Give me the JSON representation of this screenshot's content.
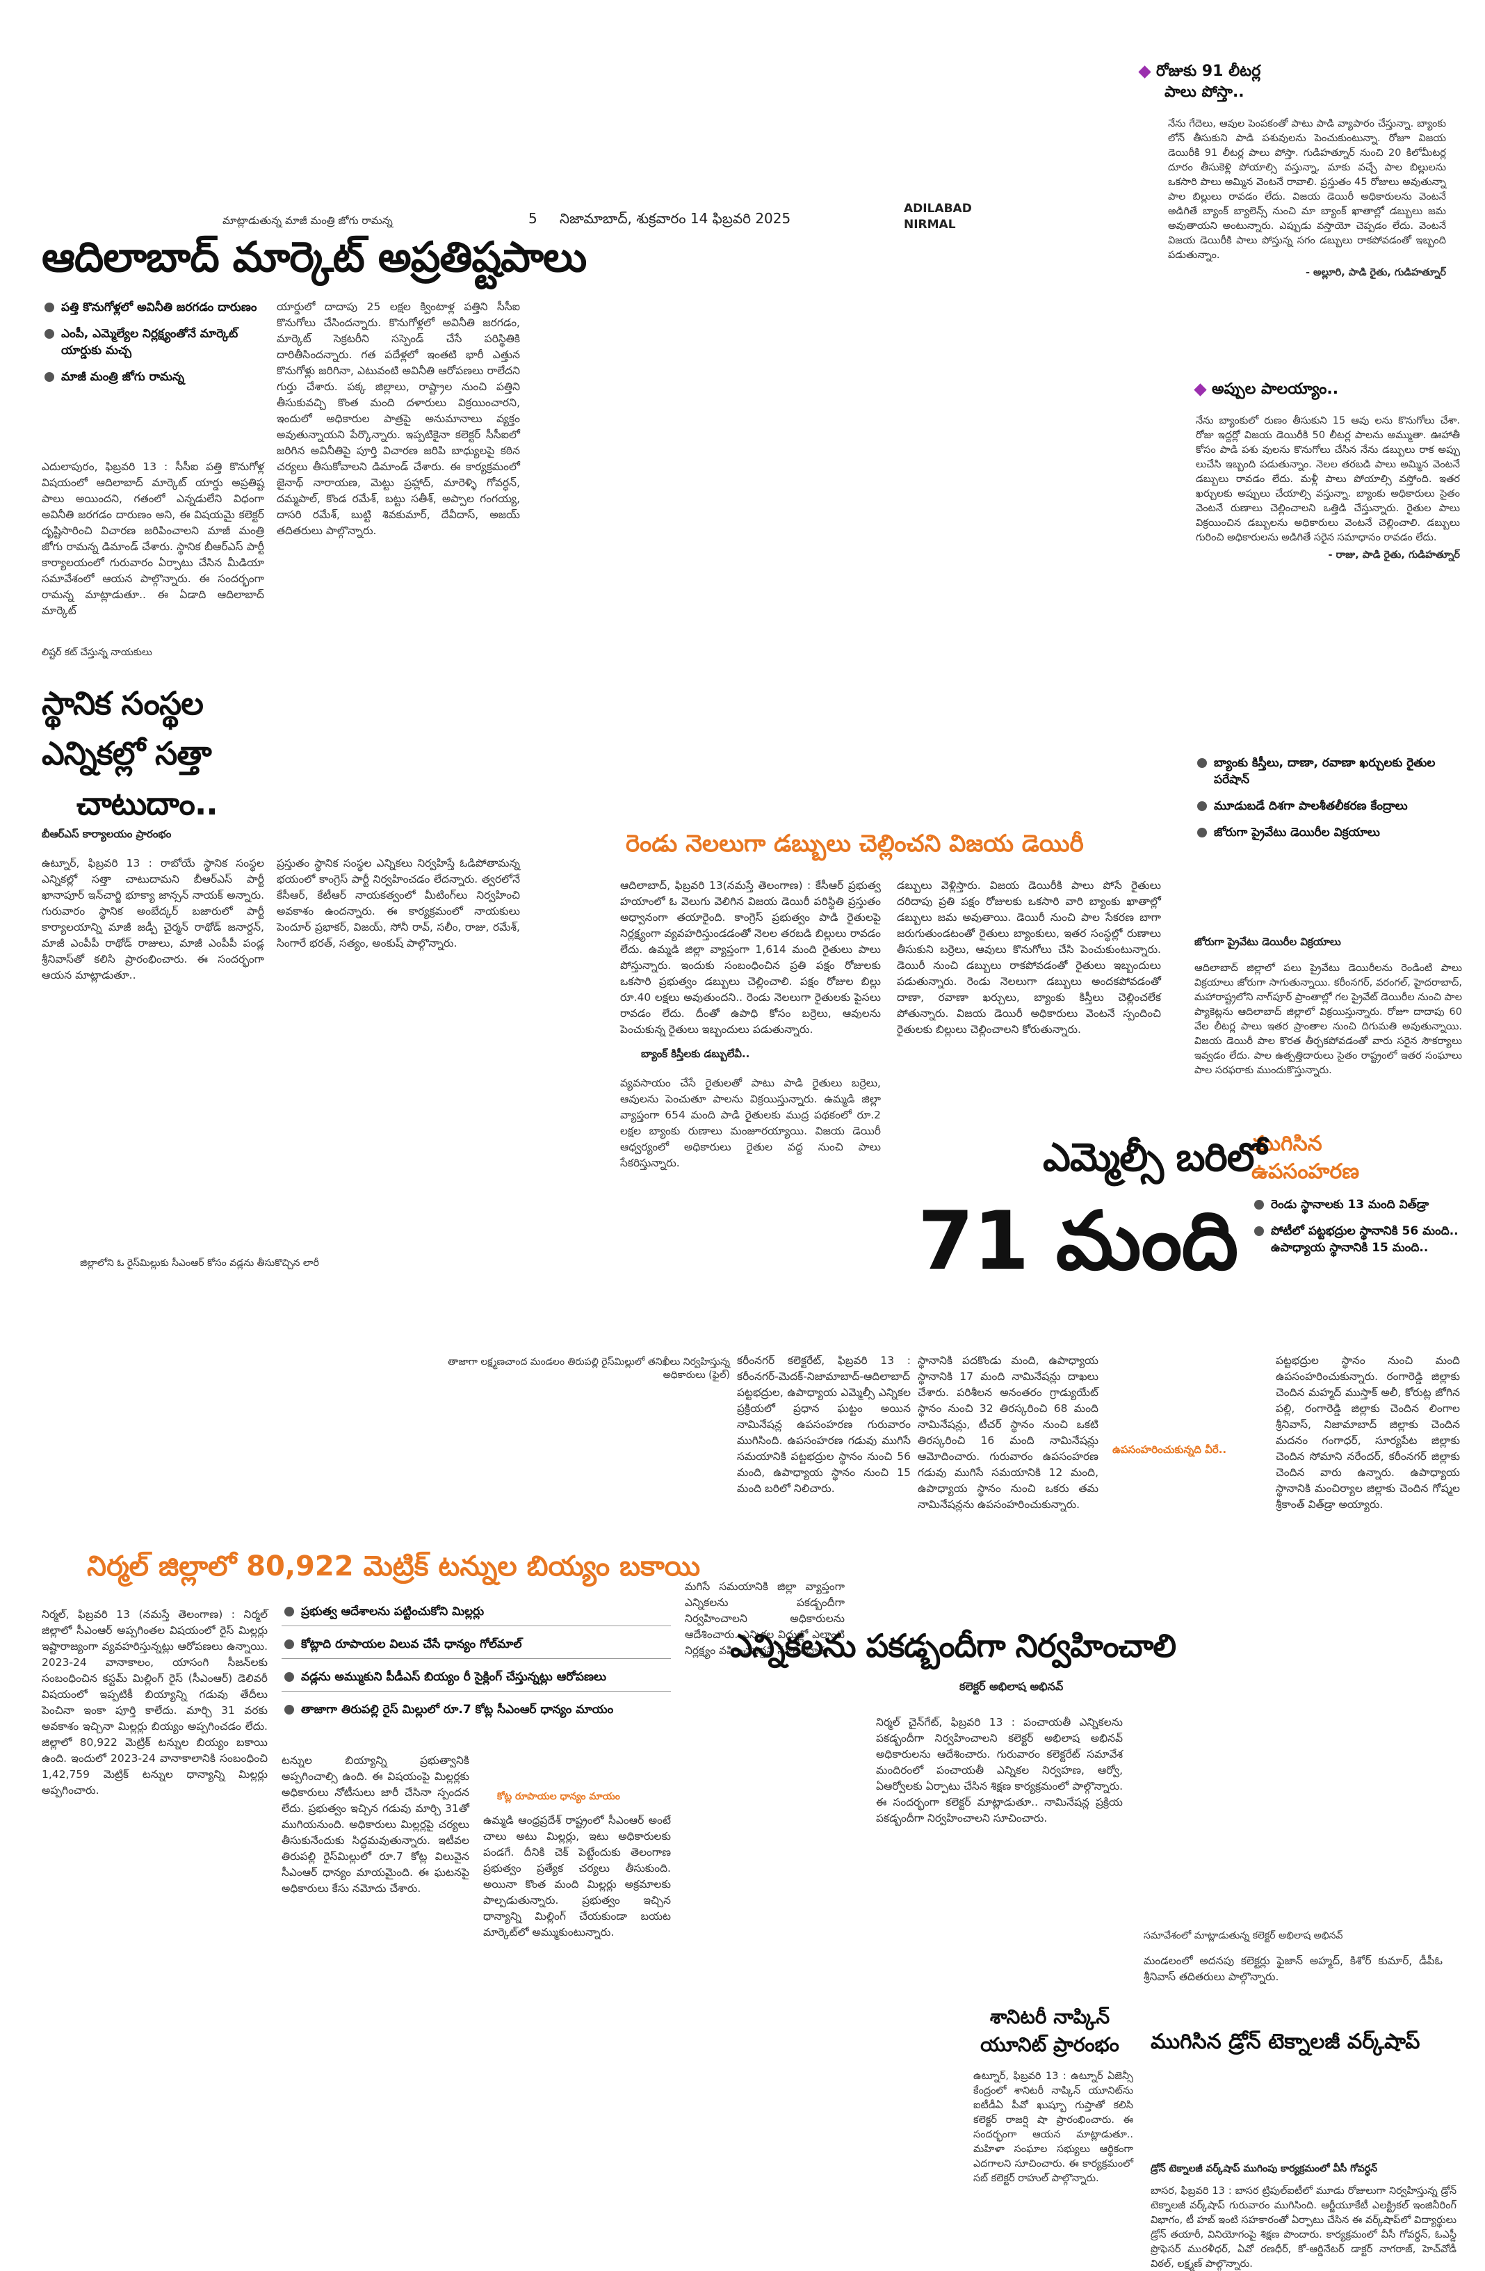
{
  "masthead": {
    "page_no": "5",
    "date_line": "నిజామాబాద్, శుక్రవారం 14 ఫిబ్రవరి 2025",
    "edition_1": "ADILABAD",
    "edition_2": "NIRMAL"
  },
  "top_right": {
    "heading_1": "రోజుకు 91 లీటర్ల",
    "heading_1b": "పాలు పోస్తా..",
    "body_1": "నేను గేదెలు, ఆవుల పెంపకంతో పాటు పాడి వ్యాపారం చేస్తున్నా. బ్యాంకు లోన్ తీసుకుని పాడి పశువులను పెంచుకుంటున్నా. రోజూ విజయ డెయిరీకి 91 లీటర్ల పాలు పోస్తా. గుడిహత్నూర్ నుంచి 20 కిలోమీటర్ల దూరం తీసుకెళ్లి పోయాల్సి వస్తున్నా, మాకు వచ్చే పాల బిల్లులను ఒకసారి పాలు అమ్మిన వెంటనే రావాలి. ప్రస్తుతం 45 రోజులు అవుతున్నా పాల బిల్లులు రావడం లేదు. విజయ డెయిరీ అధికారులను వెంటనే అడిగితే బ్యాంక్ బ్యాలెన్స్ నుంచి మా బ్యాంక్ ఖాతాల్లో డబ్బులు జమ అవుతాయని అంటున్నారు. ఎప్పుడు వస్తాయో చెప్పడం లేదు. వెంటనే విజయ డెయిరీకి పాలు పోస్తున్న సగం డబ్బులు రాకపోవడంతో ఇబ్బంది పడుతున్నాం.",
    "sign_1": "- అల్లూరి, పాడి రైతు, గుడిహత్నూర్",
    "heading_2": "అప్పుల పాలయ్యాం..",
    "body_2": "నేను బ్యాంకులో రుణం తీసుకుని 15 ఆవు లను కొనుగోలు చేశా. రోజు ఇద్దర్లో విజయ డెయిరీకి 50 లీటర్ల పాలను అమ్ముతా. ఊహాతీ కోసం పాడి పశు వులను కొనుగోలు చేసిన నేను డబ్బులు రాక అప్పు లుచేసి ఇబ్బంది పడుతున్నాం. నెలల తరబడి పాలు అమ్మిన వెంటనే డబ్బులు రావడం లేదు. మళ్లీ పాలు పోయాల్సి వస్తోంది. ఇతర ఖర్చులకు అప్పులు చేయాల్సి వస్తున్నా. బ్యాంకు అధికారులు సైతం వెంటనే రుణాలు చెల్లించాలని ఒత్తిడి చేస్తున్నారు. రైతుల పాలు విక్రయించిన డబ్బులను అధికారులు వెంటనే చెల్లించాలి. డబ్బులు గురించి అధికారులను అడిగితే సరైన సమాధానం రావడం లేదు.",
    "sign_2": "- రాజు, పాడి రైతు, గుడిహత్నూర్",
    "bullets": [
      "బ్యాంకు కిస్తీలు, దాణా, రవాణా ఖర్చులకు రైతుల పరేషాన్",
      "మూడుబడే దిశగా పాలశీతలీకరణ కేంద్రాలు",
      "జోరుగా ప్రైవేటు డెయిరీల విక్రయాలు"
    ],
    "subhead": "జోరుగా ప్రైవేటు డెయిరీల విక్రయాలు",
    "body_3": "ఆదిలాబాద్ జిల్లాలో పలు ప్రైవేటు డెయిరీలను రెండింటి పాలు విక్రయాలు జోరుగా సాగుతున్నాయి. కరీంనగర్, వరంగల్, హైదరాబాద్, మహారాష్ట్రలోని నాగ్‌పూర్ ప్రాంతాల్లో గల ప్రైవేట్ డెయిరీల నుంచి పాల ప్యాకెట్లను ఆదిలాబాద్ జిల్లాలో విక్రయిస్తున్నారు. రోజూ దాదాపు 60 వేల లీటర్ల పాలు ఇతర ప్రాంతాల నుంచి దిగుమతి అవుతున్నాయి. విజయ డెయిరీ పాల కొరత తీర్చకపోవడంతో వారు సరైన సౌకర్యాలు ఇవ్వడం లేదు. పాల ఉత్పత్తిదారులు సైతం రాష్ట్రంలో ఇతర సంఘాలు పాల సరఫరాకు ముందుకొస్తున్నారు."
  },
  "trailing": {
    "kicker": "మాట్లాడుతున్న మాజీ మంత్రి జోగు రామన్న"
  },
  "story_market": {
    "headline": "ఆదిలాబాద్ మార్కెట్ అప్రతిష్టపాలు",
    "bullets": [
      "పత్తి కొనుగోళ్లలో అవినీతి జరగడం దారుణం",
      "ఎంపీ, ఎమ్మెల్యేల నిర్లక్ష్యంతోనే మార్కెట్ యార్డుకు మచ్చ",
      "మాజీ మంత్రి జోగు రామన్న"
    ],
    "body_1": "ఎదులాపురం, ఫిబ్రవరి 13 : సీసీఐ పత్తి కొనుగోళ్ల విషయంలో ఆదిలాబాద్ మార్కెట్ యార్డు అప్రతిష్ట పాలు అయిందని, గతంలో ఎన్నడులేని విధంగా అవినీతి జరగడం దారుణం అని, ఈ విషయమై కలెక్టర్ దృష్టిసారించి విచారణ జరిపించాలని మాజీ మంత్రి జోగు రామన్న డిమాండ్ చేశారు. స్థానిక బీఆర్ఎస్ పార్టీ కార్యాలయంలో గురువారం ఏర్పాటు చేసిన మీడియా సమావేశంలో ఆయన పాల్గొన్నారు. ఈ సందర్భంగా రామన్న మాట్లాడుతూ.. ఈ ఏడాది ఆదిలాబాద్ మార్కెట్",
    "body_2": "యార్డులో దాదాపు 25 లక్షల క్వింటాళ్ల పత్తిని సీసీఐ కొనుగోలు చేసిందన్నారు. కొనుగోళ్లలో అవినీతి జరగడం, మార్కెట్ సెక్రటరీని సస్పెండ్ చేసే పరిస్థితికి దారితీసిందన్నారు. గత పదేళ్లలో ఇంతటి భారీ ఎత్తున కొనుగోళ్లు జరిగినా, ఎటువంటి అవినీతి ఆరోపణలు రాలేదని గుర్తు చేశారు. పక్క జిల్లాలు, రాష్ట్రాల నుంచి పత్తిని తీసుకువచ్చి కొంత మంది దళారులు విక్రయించారని, ఇందులో అధికారుల పాత్రపై అనుమానాలు వ్యక్తం అవుతున్నాయని పేర్కొన్నారు. ఇప్పటికైనా కలెక్టర్ సీసీఐలో జరిగిన అవినీతిపై పూర్తి విచారణ జరిపి బాధ్యులపై కఠిన చర్యలు తీసుకోవాలని డిమాండ్ చేశారు. ఈ కార్యక్రమంలో జైనాథ్ నారాయణ, మెట్టు ప్రహ్లాద్, మారెళ్ళి గోవర్ధన్, దమ్మపాల్, కొండ రమేశ్, బట్టు సతీశ్, అప్పాల గంగయ్య, దాసరి రమేశ్, బుట్టి శివకుమార్, దేవీదాస్, అజయ్ తదితరులు పాల్గొన్నారు."
  },
  "story_local": {
    "kicker": "లిష్టర్ కట్ చేస్తున్న నాయకులు",
    "headline": [
      "స్థానిక సంస్థల",
      "ఎన్నికల్లో సత్తా",
      "చాటుదాం.."
    ],
    "sub": "బీఆర్ఎస్ కార్యాలయం ప్రారంభం",
    "body_1": "ఉట్నూర్, ఫిబ్రవరి 13 : రాబోయే స్థానిక సంస్థల ఎన్నికల్లో సత్తా చాటుదామని బీఆర్ఎస్ పార్టీ ఖానాపూర్ ఇన్‌చార్జి భూక్యా జాన్సన్ నాయక్ అన్నారు. గురువారం స్థానిక అంబేద్కర్ బజారులో పార్టీ కార్యాలయాన్ని మాజీ జడ్పీ చైర్మన్ రాథోడ్ జనార్దన్, మాజీ ఎంపీపీ రాథోడ్ రాజులు, మాజీ ఎంపీపీ పండ్ల శ్రీనివాస్‌తో కలిసి ప్రారంభించారు. ఈ సందర్భంగా ఆయన మాట్లాడుతూ..",
    "body_2": "ప్రస్తుతం స్థానిక సంస్థల ఎన్నికలు నిర్వహిస్తే ఓడిపోతామన్న భయంలో కాంగ్రెస్ పార్టీ నిర్వహించడం లేదన్నారు. త్వరలోనే కేసీఆర్, కేటీఆర్ నాయకత్వంలో మీటింగ్‌లు నిర్వహించి అవకాశం ఉందన్నారు. ఈ కార్యక్రమంలో నాయకులు పెందూర్ ప్రభాకర్, విజయ్, సోనీ రావ్, సలీం, రాజు, రమేశ్, సింగారే భరత్, సత్యం, అంకుష్ పాల్గొన్నారు."
  },
  "story_dairy": {
    "headline": "రెండు నెలలుగా డబ్బులు చెల్లించని విజయ డెయిరీ",
    "body_1": "ఆదిలాబాద్, ఫిబ్రవరి 13(నమస్తే తెలంగాణ) : కేసీఆర్ ప్రభుత్వ హయాంలో ఓ వెలుగు వెలిగిన విజయ డెయిరీ పరిస్థితి ప్రస్తుతం అధ్వానంగా తయారైంది. కాంగ్రెస్ ప్రభుత్వం పాడి రైతులపై నిర్లక్ష్యంగా వ్యవహరిస్తుండడంతో నెలల తరబడి బిల్లులు రావడం లేదు. ఉమ్మడి జిల్లా వ్యాప్తంగా 1,614 మంది రైతులు పాలు పోస్తున్నారు. ఇందుకు సంబంధించిన ప్రతి పక్షం రోజులకు ఒకసారి ప్రభుత్వం డబ్బులు చెల్లించాలి. పక్షం రోజుల బిల్లు రూ.40 లక్షలు అవుతుందని.. రెండు నెలలుగా రైతులకు పైసలు రావడం లేదు. దీంతో ఉపాధి కోసం బర్రెలు, ఆవులను పెంచుకున్న రైతులు ఇబ్బందులు పడుతున్నారు.",
    "sub": "బ్యాంక్ కిస్తీలకు డబ్బులేవీ..",
    "body_2": "వ్యవసాయం చేసే రైతులతో పాటు పాడి రైతులు బర్రెలు, ఆవులను పెంచుతూ పాలను విక్రయిస్తున్నారు. ఉమ్మడి జిల్లా వ్యాప్తంగా 654 మంది పాడి రైతులకు ముద్ర పథకంలో రూ.2 లక్షల బ్యాంకు రుణాలు మంజూరయ్యాయి. విజయ డెయిరీ ఆధ్వర్యంలో అధికారులు రైతుల వద్ద నుంచి పాలు సేకరిస్తున్నారు.",
    "body_3": "డబ్బులు వెళ్లిస్తారు. విజయ డెయిరీకి పాలు పోసే రైతులు దరిదాపు ప్రతి పక్షం రోజులకు ఒకసారి వారి బ్యాంకు ఖాతాల్లో డబ్బులు జమ అవుతాయి. డెయిరీ నుంచి పాల సేకరణ బాగా జరుగుతుండటంతో రైతులు బ్యాంకులు, ఇతర సంస్థల్లో రుణాలు తీసుకుని బర్రెలు, ఆవులు కొనుగోలు చేసి పెంచుకుంటున్నారు. డెయిరీ నుంచి డబ్బులు రాకపోవడంతో రైతులు ఇబ్బందులు పడుతున్నారు. రెండు నెలలుగా డబ్బులు అందకపోవడంతో దాణా, రవాణా ఖర్చులు, బ్యాంకు కిస్తీలు చెల్లించలేక పోతున్నారు. విజయ డెయిరీ అధికారులు వెంటనే స్పందించి రైతులకు బిల్లులు చెల్లించాలని కోరుతున్నారు."
  },
  "story_mlc": {
    "headline_1": "ఎమ్మెల్సీ బరిలో",
    "headline_2": "71 మంది",
    "bullet_head": "ముగిసిన ఉపసంహరణ",
    "bullets": [
      "రెండు స్థానాలకు 13 మంది విత్‌డ్రా",
      "పోటీలో పట్టభద్రుల స్థానానికి 56 మంది.. ఉపాధ్యాయ స్థానానికి 15 మంది.."
    ],
    "body_1": "కరీంనగర్ కలెక్టరేట్, ఫిబ్రవరి 13 : కరీంనగర్-మెదక్-నిజామాబాద్-ఆదిలాబాద్ పట్టభద్రుల, ఉపాధ్యాయ ఎమ్మెల్సీ ఎన్నికల ప్రక్రియలో ప్రధాన ఘట్టం అయిన నామినేషన్ల ఉపసంహరణ గురువారం ముగిసింది. ఉపసంహరణ గడువు ముగిసే సమయానికి పట్టభద్రుల స్థానం నుంచి 56 మంది, ఉపాధ్యాయ స్థానం నుంచి 15 మంది బరిలో నిలిచారు.",
    "body_2": "స్థానానికి పదకొండు మంది, ఉపాధ్యాయ స్థానానికి 17 మంది నామినేషన్లు దాఖలు చేశారు. పరిశీలన అనంతరం గ్రాడ్యుయేట్ స్థానం నుంచి 32 తిరస్కరించి 68 మంది నామినేషన్లు, టీచర్ స్థానం నుంచి ఒకటి తిరస్కరించి 16 మంది నామినేషన్లు ఆమోదించారు. గురువారం ఉపసంహరణ గడువు ముగిసే సమయానికి 12 మంది, ఉపాధ్యాయ స్థానం నుంచి ఒకరు తమ నామినేషన్లను ఉపసంహరించుకున్నారు.",
    "sub": "ఉపసంహరించుకున్నది వీరే..",
    "body_3": "పట్టభద్రుల స్థానం నుంచి మంది ఉపసంహరించుకున్నారు. రంగారెడ్డి జిల్లాకు చెందిన మహ్మద్ ముస్తాక్ అలీ, కోరుట్ల జోగిన పల్లి, రంగారెడ్డి జిల్లాకు చెందిన లింగాల శ్రీనివాస్, నిజామాబాద్ జిల్లాకు చెందిన మదనం గంగాధర్, సూర్యపేట జిల్లాకు చెందిన సోమాని నరేందర్, కరీంనగర్ జిల్లాకు చెందిన వారు ఉన్నారు. ఉపాధ్యాయ స్థానానికి మంచిర్యాల జిల్లాకు చెందిన గోష్మల శ్రీకాంత్ విత్‌డ్రా అయ్యారు."
  },
  "captions": {
    "rice_truck": "జిల్లాలోని ఓ రైస్‌మిల్లుకు సీఎంఆర్ కోసం వడ్లను తీసుకొచ్చిన లారీ",
    "rice_mill": "తాజాగా లక్ష్మణచాంద మండలం తిరుపల్లి రైస్‌మిల్లులో తనిఖీలు నిర్వహిస్తున్న అధికారులు (ఫైల్)"
  },
  "story_rice": {
    "headline": "నిర్మల్ జిల్లాలో 80,922 మెట్రిక్ టన్నుల బియ్యం బకాయి",
    "bullets": [
      "ప్రభుత్వ ఆదేశాలను పట్టించుకోని మిల్లర్లు",
      "కోట్లాది రూపాయల విలువ చేసే ధాన్యం గోల్‌మాల్",
      "వడ్లను అమ్ముకుని పీడీఎస్ బియ్యం రీ సైక్లింగ్ చేస్తున్నట్లు ఆరోపణలు",
      "తాజాగా తిరుపల్లి రైస్ మిల్లులో రూ.7 కోట్ల సీఎంఆర్ ధాన్యం మాయం"
    ],
    "body_1": "నిర్మల్, ఫిబ్రవరి 13 (నమస్తే తెలంగాణ) : నిర్మల్ జిల్లాలో సీఎంఆర్ అప్పగింతల విషయంలో రైస్ మిల్లర్లు ఇష్టారాజ్యంగా వ్యవహరిస్తున్నట్లు ఆరోపణలు ఉన్నాయి. 2023-24 వానాకాలం, యాసంగి సీజన్‌లకు సంబంధించిన కస్టమ్ మిల్లింగ్ రైస్ (సీఎంఆర్) డెలివరీ విషయంలో ఇప్పటికీ బియ్యాన్ని గడువు తేదీలు పెంచినా ఇంకా పూర్తి కాలేదు. మార్చి 31 వరకు అవకాశం ఇచ్చినా మిల్లర్లు బియ్యం అప్పగించడం లేదు. జిల్లాలో 80,922 మెట్రిక్ టన్నుల బియ్యం బకాయి ఉంది. ఇందులో 2023-24 వానాకాలానికి సంబంధించి 1,42,759 మెట్రిక్ టన్నుల ధాన్యాన్ని మిల్లర్లు అప్పగించారు.",
    "body_2": "టన్నుల బియ్యాన్ని ప్రభుత్వానికి అప్పగించాల్సి ఉంది. ఈ విషయంపై మిల్లర్లకు అధికారులు నోటీసులు జారీ చేసినా స్పందన లేదు. ప్రభుత్వం ఇచ్చిన గడువు మార్చి 31తో ముగియనుంది. అధికారులు మిల్లర్లపై చర్యలు తీసుకునేందుకు సిద్ధమవుతున్నారు. ఇటీవల తిరుపల్లి రైస్‌మిల్లులో రూ.7 కోట్ల విలువైన సీఎంఆర్ ధాన్యం మాయమైంది. ఈ ఘటనపై అధికారులు కేసు నమోదు చేశారు.",
    "sub": "కోట్ల రూపాయల ధాన్యం మాయం",
    "body_3": "ఉమ్మడి ఆంధ్రప్రదేశ్ రాష్ట్రంలో సీఎంఆర్ అంటే చాలు అటు మిల్లర్లు, ఇటు అధికారులకు పండగే. దీనికి చెక్ పెట్టేందుకు తెలంగాణ ప్రభుత్వం ప్రత్యేక చర్యలు తీసుకుంది. అయినా కొంత మంది మిల్లర్లు అక్రమాలకు పాల్పడుతున్నారు. ప్రభుత్వం ఇచ్చిన ధాన్యాన్ని మిల్లింగ్ చేయకుండా బయట మార్కెట్‌లో అమ్ముకుంటున్నారు.",
    "body_4": "మగిసే సమయానికి జిల్లా వ్యాప్తంగా ఎన్నికలను పకడ్బందీగా నిర్వహించాలని అధికారులను ఆదేశించారు. ఎన్నికల విధుల్లో ఎలాంటి నిర్లక్ష్యం వహించవద్దని సూచించారు."
  },
  "story_election": {
    "headline": "ఎన్నికలను పకడ్బందీగా నిర్వహించాలి",
    "sub": "కలెక్టర్ అభిలాష అభినవ్",
    "body_1": "నిర్మల్ చైన్‌గేట్, ఫిబ్రవరి 13 : పంచాయతీ ఎన్నికలను పకడ్బందీగా నిర్వహించాలని కలెక్టర్ అభిలాష అభినవ్ అధికారులను ఆదేశించారు. గురువారం కలెక్టరేట్ సమావేశ మందిరంలో పంచాయతీ ఎన్నికల నిర్వహణ, ఆర్వో, ఏఆర్వోలకు ఏర్పాటు చేసిన శిక్షణ కార్యక్రమంలో పాల్గొన్నారు. ఈ సందర్భంగా కలెక్టర్ మాట్లాడుతూ.. నామినేషన్ల ప్రక్రియ పకడ్బందీగా నిర్వహించాలని సూచించారు.",
    "caption": "సమావేశంలో మాట్లాడుతున్న కలెక్టర్ అభిలాష అభినవ్",
    "body_2": "మండలంలో అదనపు కలెక్టర్లు ఫైజాన్ అహ్మద్, కిశోర్ కుమార్, డీపీఓ శ్రీనివాస్ తదితరులు పాల్గొన్నారు."
  },
  "story_napkin": {
    "headline_1": "శానిటరీ నాప్కిన్",
    "headline_2": "యూనిట్ ప్రారంభం",
    "body": "ఉట్నూర్, ఫిబ్రవరి 13 : ఉట్నూర్ ఏజెన్సీ కేంద్రంలో శానిటరీ నాప్కిన్ యూనిట్‌ను ఐటీడీఏ పీవో ఖుష్బూ గుప్తాతో కలిసి కలెక్టర్ రాజర్షి షా ప్రారంభించారు. ఈ సందర్భంగా ఆయన మాట్లాడుతూ.. మహిళా సంఘాల సభ్యులు ఆర్థికంగా ఎదగాలని సూచించారు. ఈ కార్యక్రమంలో సబ్ కలెక్టర్ రాహుల్ పాల్గొన్నారు."
  },
  "story_drone": {
    "headline": "ముగిసిన డ్రోన్ టెక్నాలజీ వర్క్‌షాప్",
    "sub": "డ్రోన్ టెక్నాలజీ వర్క్‌షాప్ ముగింపు కార్యక్రమంలో వీసీ గోవర్ధన్",
    "body": "బాసర, ఫిబ్రవరి 13 : బాసర ట్రిపుల్‌ఐటీలో మూడు రోజులుగా నిర్వహిస్తున్న డ్రోన్ టెక్నాలజీ వర్క్‌షాప్ గురువారం ముగిసింది. ఆర్జీయూకేటీ ఎలక్ట్రికల్ ఇంజినీరింగ్ విభాగం, టీ హబ్ ఇంటి సహకారంతో ఏర్పాటు చేసిన ఈ వర్క్‌షాప్‌లో విద్యార్థులు డ్రోన్ తయారీ, వినియోగంపై శిక్షణ పొందారు. కార్యక్రమంలో వీసీ గోవర్ధన్, ఓఎస్డీ ప్రొఫెసర్ మురళీధర్, ఏవో రణధీర్, కో-ఆర్డినేటర్ డాక్టర్ నాగరాజ్, హెచ్‌వోడీ విఠల్, లక్ష్మణ్ పాల్గొన్నారు."
  }
}
